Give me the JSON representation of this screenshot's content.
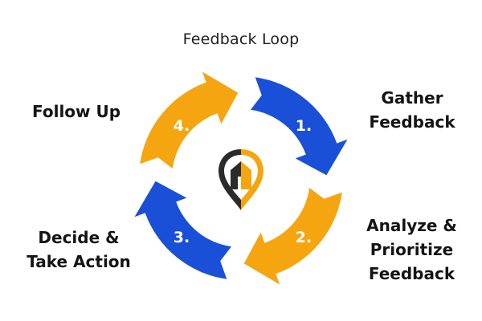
{
  "title": "Feedback Loop",
  "colors": {
    "blue": "#1a4fd8",
    "orange": "#f5a50f",
    "dark": "#2b2b2b"
  },
  "center_icon": "location-pin-with-house-logo",
  "steps": [
    {
      "number": "1.",
      "lines": [
        "Gather",
        "Feedback"
      ],
      "color": "blue"
    },
    {
      "number": "2.",
      "lines": [
        "Analyze &",
        "Prioritize",
        "Feedback"
      ],
      "color": "orange"
    },
    {
      "number": "3.",
      "lines": [
        "Decide &",
        "Take Action"
      ],
      "color": "blue"
    },
    {
      "number": "4.",
      "lines": [
        "Follow Up"
      ],
      "color": "orange"
    }
  ]
}
